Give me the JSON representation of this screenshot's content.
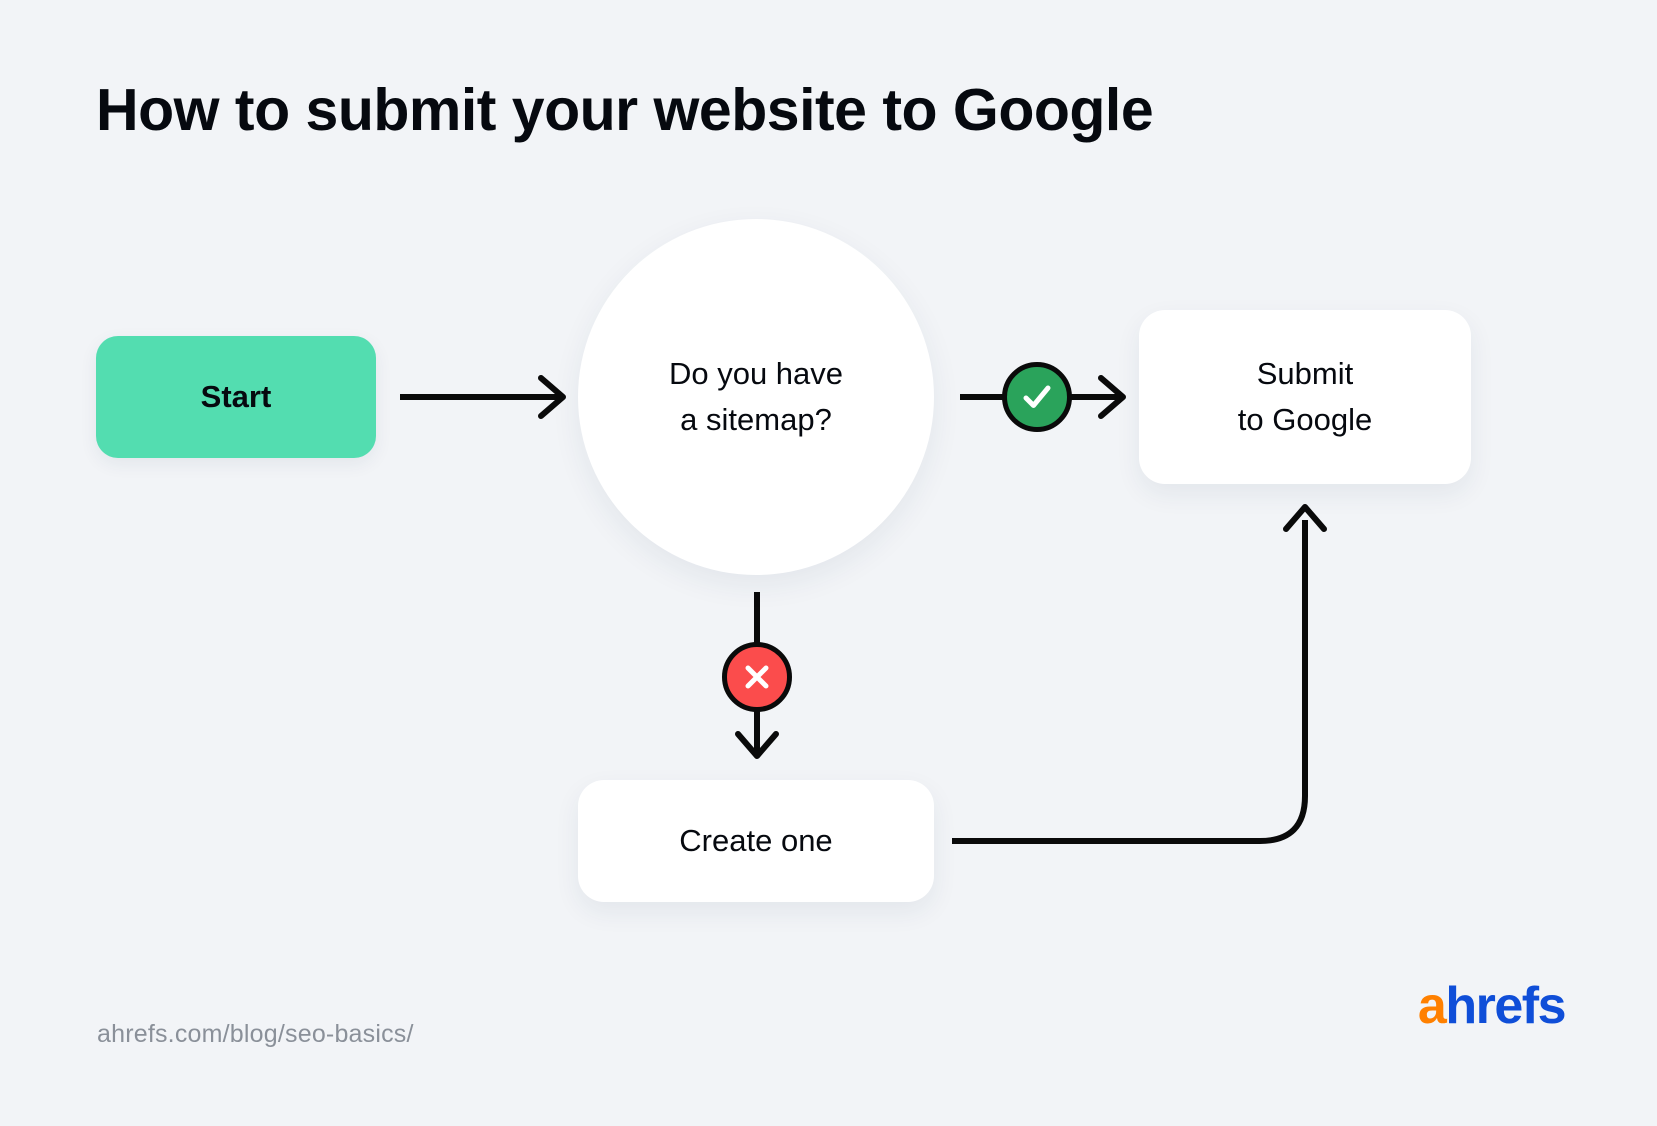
{
  "page": {
    "title": "How to submit your website to Google",
    "background_color": "#f2f4f7"
  },
  "diagram": {
    "type": "flowchart",
    "nodes": [
      {
        "id": "start",
        "label": "Start",
        "shape": "rounded-rectangle",
        "fill": "#53ddb0",
        "text_color": "#06090f",
        "bold": true
      },
      {
        "id": "decision",
        "label": "Do you have\na sitemap?",
        "shape": "circle",
        "fill": "#ffffff",
        "text_color": "#06090f",
        "bold": false
      },
      {
        "id": "submit",
        "label": "Submit\nto Google",
        "shape": "rounded-rectangle",
        "fill": "#ffffff",
        "text_color": "#06090f",
        "bold": false
      },
      {
        "id": "create",
        "label": "Create one",
        "shape": "rounded-rectangle",
        "fill": "#ffffff",
        "text_color": "#06090f",
        "bold": false
      }
    ],
    "badges": [
      {
        "id": "yes",
        "icon": "check-icon",
        "meaning": "yes",
        "fill": "#2aa35b",
        "ring": "#0a0a0a",
        "glyph": "#ffffff"
      },
      {
        "id": "no",
        "icon": "cross-icon",
        "meaning": "no",
        "fill": "#fb4c4c",
        "ring": "#0a0a0a",
        "glyph": "#ffffff"
      }
    ],
    "edges": [
      {
        "from": "start",
        "to": "decision",
        "style": "straight-arrow",
        "direction": "right"
      },
      {
        "from": "decision",
        "to": "submit",
        "style": "straight-arrow",
        "direction": "right",
        "badge": "yes"
      },
      {
        "from": "decision",
        "to": "create",
        "style": "straight-arrow",
        "direction": "down",
        "badge": "no"
      },
      {
        "from": "create",
        "to": "submit",
        "style": "elbow-arrow",
        "direction": "right-then-up"
      }
    ],
    "line_color": "#0a0a0a"
  },
  "footer": {
    "url": "ahrefs.com/blog/seo-basics/",
    "url_color": "#8a9099",
    "logo": {
      "first_letter": "a",
      "rest": "hrefs",
      "first_letter_color": "#ff8000",
      "rest_color": "#0f4ed8"
    }
  }
}
